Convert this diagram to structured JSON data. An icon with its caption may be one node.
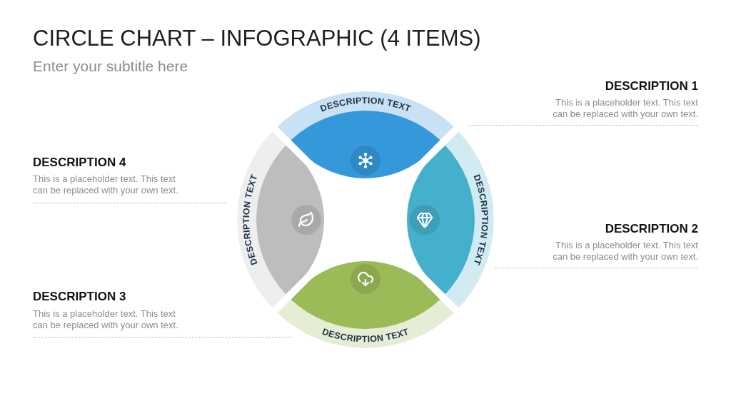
{
  "diagram": {
    "title": "CIRCLE CHART – INFOGRAPHIC (4 ITEMS)",
    "nodes": [
      {
        "text": [
          "DESCRIPTION TEXT"
        ]
      },
      {
        "text": [
          "DESCRIPTION TEXT"
        ]
      },
      {
        "text": [
          "DESCRIPTION TEXT"
        ]
      },
      {
        "text": [
          "DESCRIPTION TEXT"
        ]
      }
    ],
    "labels": [
      "Enter your subtitle here",
      "DESCRIPTION 1",
      "This is a placeholder text. This text can be replaced with your own text.",
      "DESCRIPTION 4",
      "This is a placeholder text. This text can be replaced with your own text.",
      "DESCRIPTION 2",
      "This is a placeholder text. This text can be replaced with your own text.",
      "DESCRIPTION 3",
      "This is a placeholder text. This text can be replaced with your own text."
    ]
  }
}
